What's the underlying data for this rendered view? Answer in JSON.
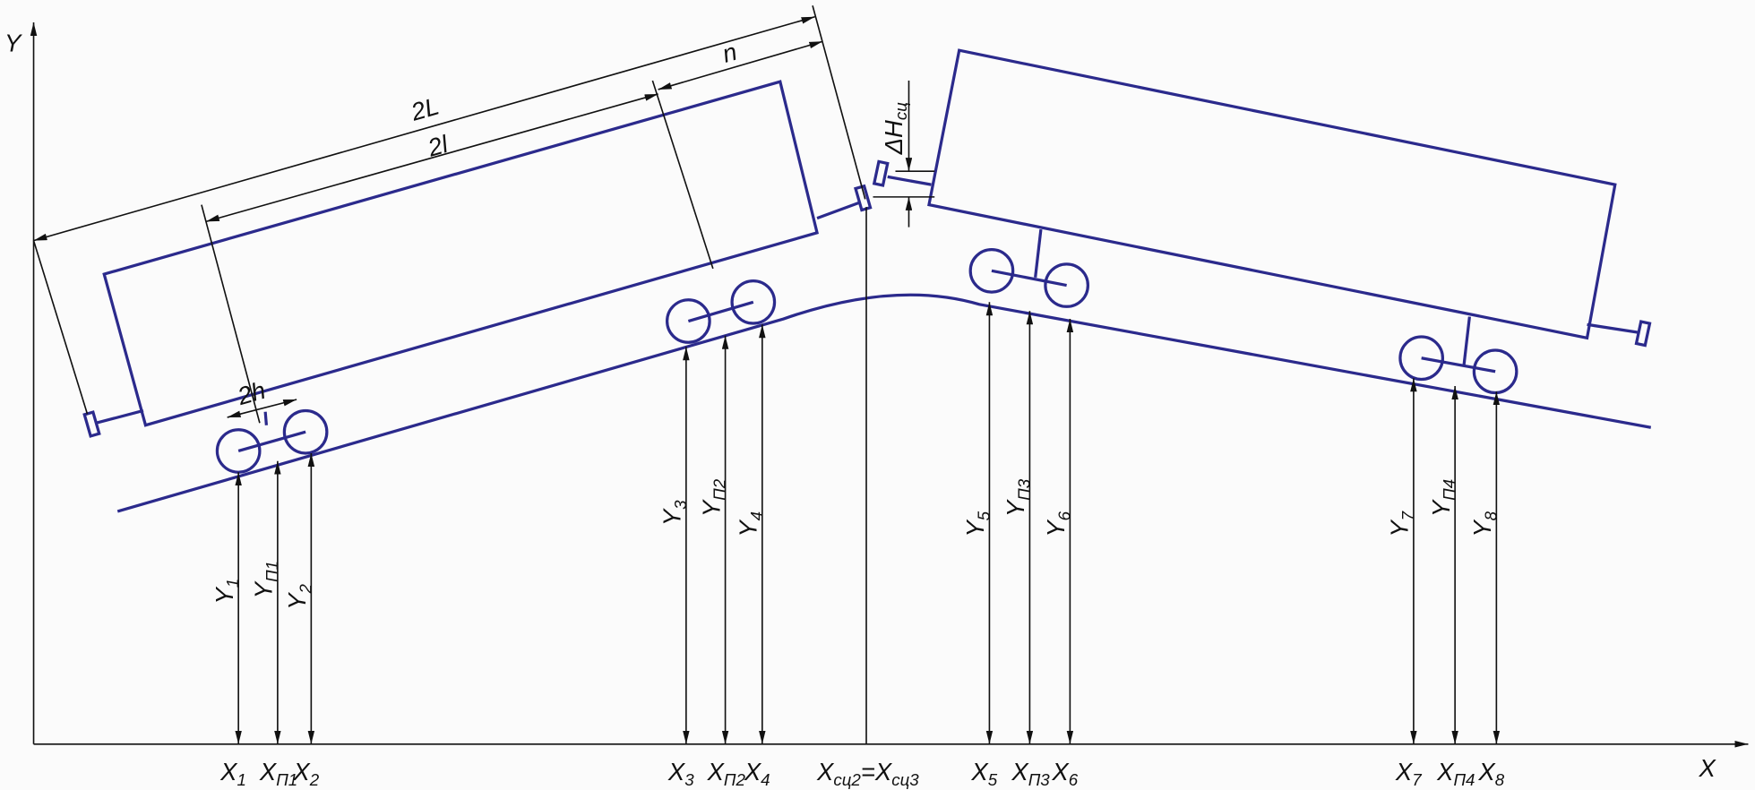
{
  "axes": {
    "x_label": "X",
    "y_label": "Y"
  },
  "dimensions": {
    "overall_length": "2L",
    "bogie_base": "2l",
    "overhang": "n",
    "wheelbase": "2h",
    "coupler_height_diff": {
      "main": "ΔH",
      "sub": "сц"
    }
  },
  "x_labels": [
    {
      "main": "X",
      "sub": "1"
    },
    {
      "main": "X",
      "sub": "П1"
    },
    {
      "main": "X",
      "sub": "2"
    },
    {
      "main": "X",
      "sub": "3"
    },
    {
      "main": "X",
      "sub": "П2"
    },
    {
      "main": "X",
      "sub": "4"
    },
    {
      "main": "X",
      "sub": "5"
    },
    {
      "main": "X",
      "sub": "П3"
    },
    {
      "main": "X",
      "sub": "6"
    },
    {
      "main": "X",
      "sub": "7"
    },
    {
      "main": "X",
      "sub": "П4"
    },
    {
      "main": "X",
      "sub": "8"
    }
  ],
  "coupler_x_label": {
    "left_main": "X",
    "left_sub": "сц2",
    "eq": "=",
    "right_main": "X",
    "right_sub": "сц3"
  },
  "y_labels": [
    {
      "main": "Y",
      "sub": "1"
    },
    {
      "main": "Y",
      "sub": "П1"
    },
    {
      "main": "Y",
      "sub": "2"
    },
    {
      "main": "Y",
      "sub": "3"
    },
    {
      "main": "Y",
      "sub": "П2"
    },
    {
      "main": "Y",
      "sub": "4"
    },
    {
      "main": "Y",
      "sub": "5"
    },
    {
      "main": "Y",
      "sub": "П3"
    },
    {
      "main": "Y",
      "sub": "6"
    },
    {
      "main": "Y",
      "sub": "7"
    },
    {
      "main": "Y",
      "sub": "П4"
    },
    {
      "main": "Y",
      "sub": "8"
    }
  ],
  "colors": {
    "wagon": "#2b2a8c",
    "lines": "#111111"
  }
}
